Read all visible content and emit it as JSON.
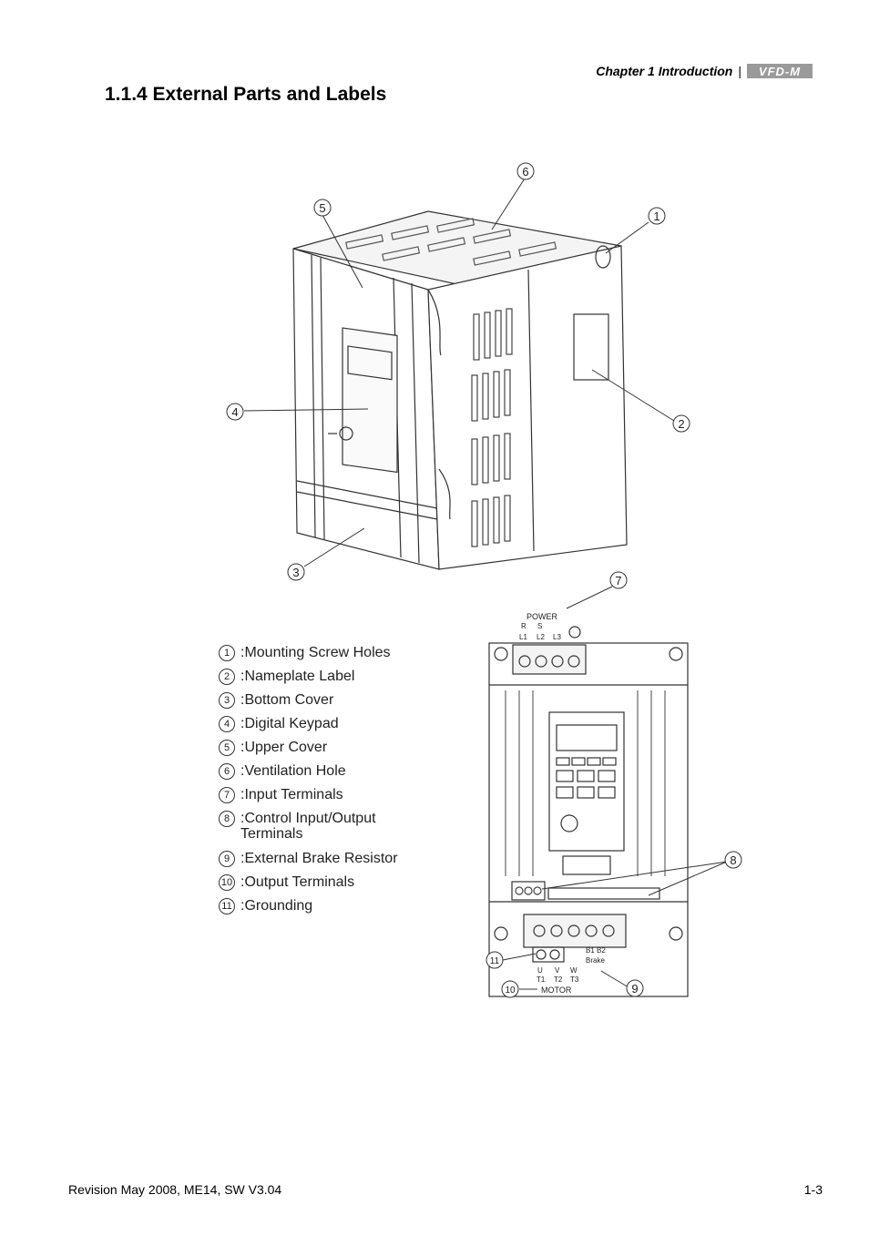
{
  "header": {
    "chapter": "Chapter 1 Introduction",
    "separator": "|",
    "logo_text": "VFD-M"
  },
  "section_title": "1.1.4 External Parts and Labels",
  "callouts": [
    "1",
    "2",
    "3",
    "4",
    "5",
    "6",
    "7",
    "8",
    "9",
    "10",
    "11"
  ],
  "legend": [
    {
      "num": "1",
      "label": "Mounting Screw Holes"
    },
    {
      "num": "2",
      "label": "Nameplate Label"
    },
    {
      "num": "3",
      "label": "Bottom Cover"
    },
    {
      "num": "4",
      "label": "Digital Keypad"
    },
    {
      "num": "5",
      "label": "Upper Cover"
    },
    {
      "num": "6",
      "label": "Ventilation Hole"
    },
    {
      "num": "7",
      "label": "Input Terminals"
    },
    {
      "num": "8",
      "label": "Control Input/Output Terminals"
    },
    {
      "num": "9",
      "label": "External Brake Resistor"
    },
    {
      "num": "10",
      "label": "Output Terminals"
    },
    {
      "num": "11",
      "label": "Grounding"
    }
  ],
  "diagram_labels": {
    "power": "POWER",
    "input_top": [
      "R",
      "S"
    ],
    "input_bottom": [
      "L1",
      "L2",
      "L3"
    ],
    "brake_terminals": "B1 B2",
    "brake": "Brake",
    "output_top": [
      "U",
      "V",
      "W"
    ],
    "output_bottom": [
      "T1",
      "T2",
      "T3"
    ],
    "motor": "MOTOR"
  },
  "footer": {
    "revision": "Revision May 2008, ME14, SW V3.04",
    "page": "1-3"
  }
}
